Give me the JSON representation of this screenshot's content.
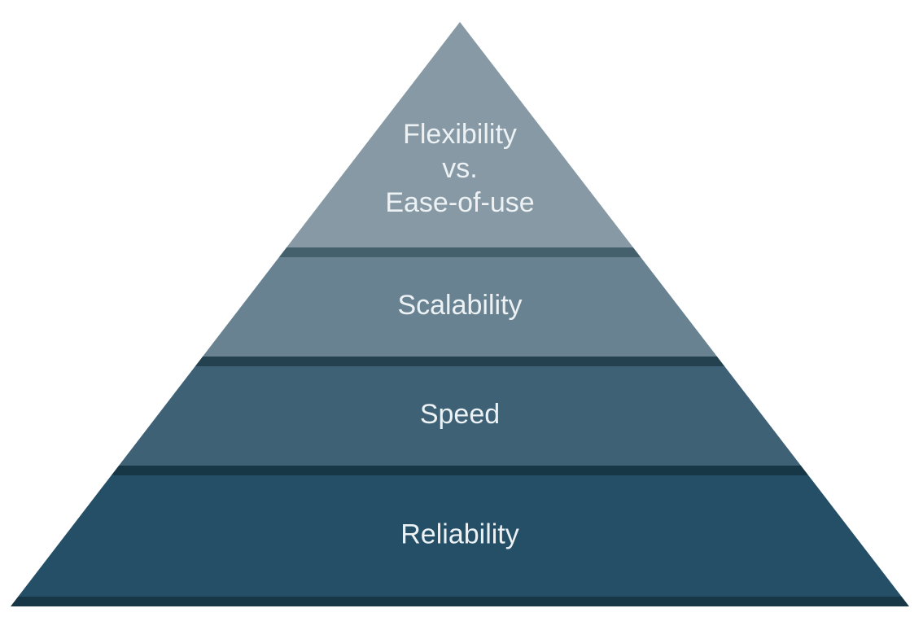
{
  "diagram": {
    "type": "pyramid",
    "tiers": [
      {
        "label_lines": [
          "Flexibility",
          "vs.",
          "Ease-of-use"
        ],
        "fill": "#8799a5",
        "separator": "#45606d"
      },
      {
        "label_lines": [
          "Scalability"
        ],
        "fill": "#688292",
        "separator": "#23414f"
      },
      {
        "label_lines": [
          "Speed"
        ],
        "fill": "#3f6175",
        "separator": "#183746"
      },
      {
        "label_lines": [
          "Reliability"
        ],
        "fill": "#244f67",
        "separator": "#183746"
      }
    ]
  }
}
